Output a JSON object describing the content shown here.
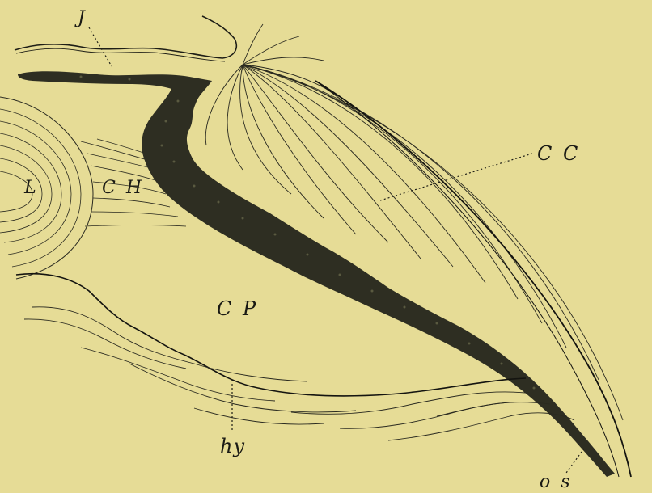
{
  "figure": {
    "labels": {
      "J": "J",
      "CC": "C C",
      "L": "L",
      "CH": "C H",
      "CP": "C P",
      "hy": "hy",
      "os": "o s"
    }
  },
  "colors": {
    "background": "#e6dc96",
    "ink": "#1a1a14",
    "stipple": "#2e2e22"
  }
}
